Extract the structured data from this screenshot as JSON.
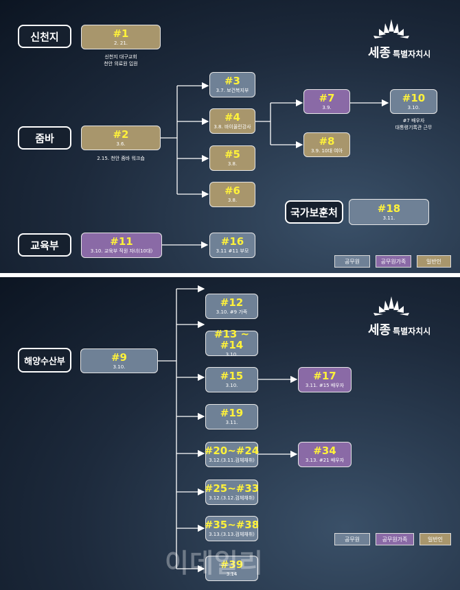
{
  "logo": {
    "main": "세종",
    "sub": "특별자치시"
  },
  "watermark": "이데일리",
  "legend": {
    "gov": "공무원",
    "fam": "공무원가족",
    "gen": "일반인"
  },
  "panel1": {
    "categories": {
      "shincheonji": "신천지",
      "zumba": "줌바",
      "education": "교육부",
      "veterans": "국가보훈처"
    },
    "cases": {
      "c1": {
        "id": "#1",
        "sub": "2. 21."
      },
      "c2": {
        "id": "#2",
        "sub": "3.6."
      },
      "c3": {
        "id": "#3",
        "sub": "3.7. 보건복지부"
      },
      "c4": {
        "id": "#4",
        "sub": "3.8. 바이올린강사"
      },
      "c5": {
        "id": "#5",
        "sub": "3.8."
      },
      "c6": {
        "id": "#6",
        "sub": "3.8."
      },
      "c7": {
        "id": "#7",
        "sub": "3.9."
      },
      "c8": {
        "id": "#8",
        "sub": "3.9. 10대 여아"
      },
      "c10": {
        "id": "#10",
        "sub": "3.10."
      },
      "c11": {
        "id": "#11",
        "sub": "3.10. 교육부 직원 자녀(10대)"
      },
      "c16": {
        "id": "#16",
        "sub": "3.11 #11 부모"
      },
      "c18": {
        "id": "#18",
        "sub": "3.11."
      }
    },
    "notes": {
      "n1a": "신천지 대구교회",
      "n1b": "천안 의료원 입원",
      "n2": "2.15. 천안 줌바 워크숍",
      "n10a": "#7 배우자",
      "n10b": "대통령기록관 근무"
    }
  },
  "panel2": {
    "category": "해양수산부",
    "cases": {
      "c9": {
        "id": "#9",
        "sub": "3.10."
      },
      "c12": {
        "id": "#12",
        "sub": "3.10. #9 가족"
      },
      "c13": {
        "id": "#13 ~ #14",
        "sub": "3.10."
      },
      "c15": {
        "id": "#15",
        "sub": "3.10."
      },
      "c17": {
        "id": "#17",
        "sub": "3.11. #15 배우자"
      },
      "c19": {
        "id": "#19",
        "sub": "3.11."
      },
      "c20": {
        "id": "#20~#24",
        "sub": "3.12.(3.11.검체채취)"
      },
      "c34": {
        "id": "#34",
        "sub": "3.13. #21 배우자"
      },
      "c25": {
        "id": "#25~#33",
        "sub": "3.12.(3.12.검체채취)"
      },
      "c35": {
        "id": "#35~#38",
        "sub": "3.13.(3.13.검체채취)"
      },
      "c39": {
        "id": "#39",
        "sub": "3.14"
      }
    }
  },
  "colors": {
    "general": "#a8966c",
    "government": "#6f8196",
    "family": "#8a6aa6",
    "highlight": "#fff23a"
  }
}
